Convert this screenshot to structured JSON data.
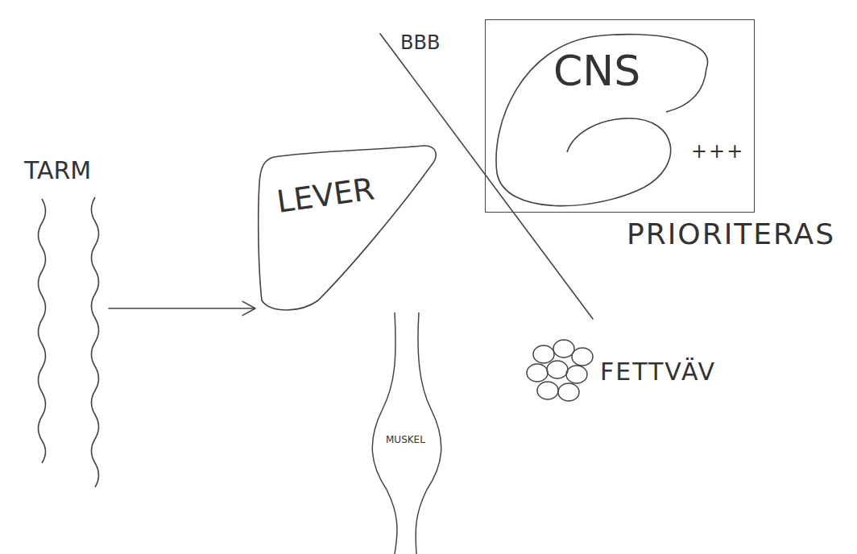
{
  "diagram": {
    "nodes": [
      {
        "text": [
          "TARM"
        ]
      },
      {
        "text": [
          "LEVER"
        ]
      },
      {
        "text": [
          "+++",
          "PRIORITERAS"
        ]
      },
      {
        "text": [
          "CNS"
        ],
        "in": 2
      },
      {
        "text": [
          "MUSKEL"
        ]
      },
      {
        "text": [
          "FETTVÄV"
        ]
      }
    ],
    "edges": [
      {
        "from": 0,
        "to": 1,
        "arrow": "to"
      }
    ],
    "labels": [
      "BBB"
    ]
  }
}
